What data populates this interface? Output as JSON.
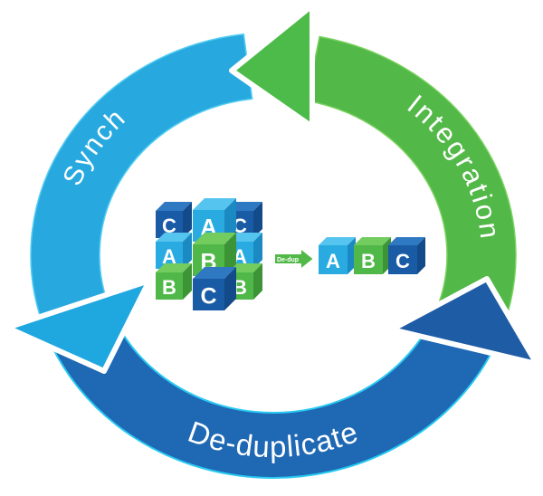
{
  "cycle": {
    "segments": [
      {
        "label": "Synch",
        "color": "#27A9E0"
      },
      {
        "label": "Integration",
        "color": "#52B848"
      },
      {
        "label": "De-duplicate",
        "color": "#1E68B4"
      }
    ],
    "direction": "counter-clockwise"
  },
  "center": {
    "grid_rows": [
      [
        "C",
        "A",
        "C"
      ],
      [
        "A",
        "B",
        "A"
      ],
      [
        "B",
        "C",
        "B"
      ]
    ],
    "dedup_arrow_label": "De-dup",
    "result_row": [
      "A",
      "B",
      "C"
    ]
  },
  "colors": {
    "light_blue": "#29ABE2",
    "green": "#52B848",
    "dark_blue": "#1E68B4",
    "cyan_edge": "#29C9F2",
    "cube_dark_front": "#1A5BA6",
    "cube_light_front": "#29ABE2",
    "cube_green_front": "#50B848",
    "text": "#FFFFFF"
  }
}
